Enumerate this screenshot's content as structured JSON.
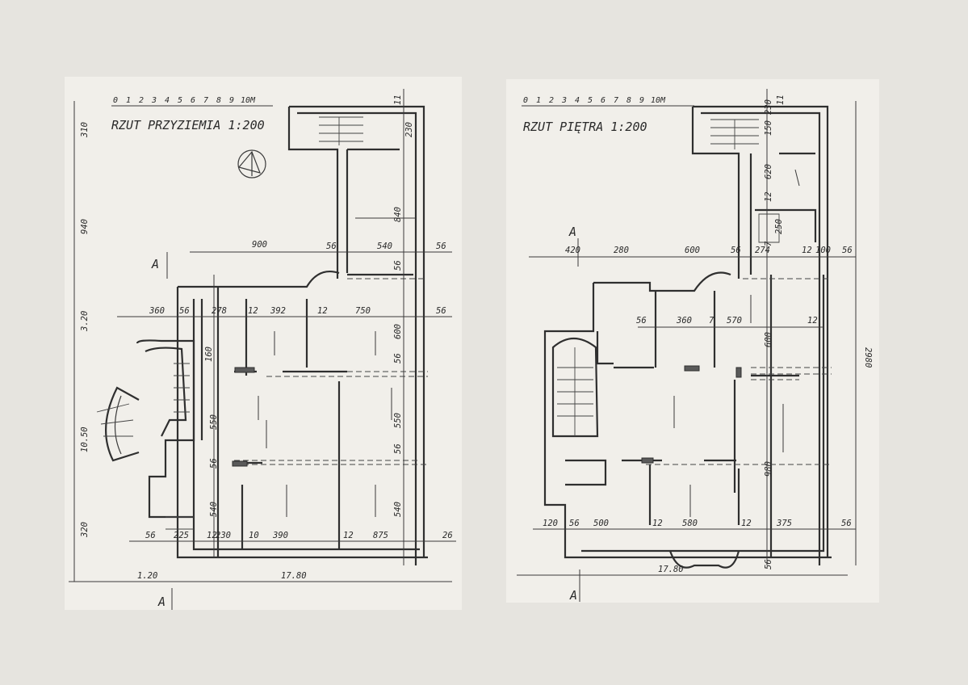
{
  "plans": [
    {
      "title": "RZUT PRZYZIEMIA 1:200",
      "scale_ticks": [
        "0",
        "1",
        "2",
        "3",
        "4",
        "5",
        "6",
        "7",
        "8",
        "9",
        "10M"
      ],
      "section_mark": "A",
      "dims_vertical_left": [
        "310",
        "940",
        "3.20",
        "10.50",
        "320"
      ],
      "dims_top": [
        "900",
        "56",
        "540",
        "56"
      ],
      "dims_row2": [
        "360",
        "56",
        "278",
        "12",
        "392",
        "12",
        "750",
        "56"
      ],
      "dims_bottom_row": [
        "56",
        "225",
        "12",
        "230",
        "10",
        "390",
        "12",
        "875",
        "26"
      ],
      "dims_overall": [
        "1.20",
        "17.80"
      ],
      "dims_inner": [
        "840",
        "230",
        "11",
        "56",
        "160",
        "600",
        "56",
        "550",
        "56",
        "550",
        "56",
        "540",
        "540"
      ]
    },
    {
      "title": "RZUT PIĘTRA 1:200",
      "scale_ticks": [
        "0",
        "1",
        "2",
        "3",
        "4",
        "5",
        "6",
        "7",
        "8",
        "9",
        "10M"
      ],
      "section_mark": "A",
      "dims_top": [
        "420",
        "280",
        "600",
        "56",
        "274",
        "12",
        "100",
        "56"
      ],
      "dims_row2": [
        "56",
        "360",
        "7",
        "570",
        "12"
      ],
      "dims_bottom_row": [
        "120",
        "56",
        "500",
        "12",
        "580",
        "12",
        "375",
        "56"
      ],
      "dims_overall": [
        "17.80",
        "2980"
      ],
      "dims_inner": [
        "150",
        "230",
        "11",
        "620",
        "12",
        "250",
        "7",
        "600",
        "980",
        "56"
      ]
    }
  ],
  "colors": {
    "paper": "#e6e4df",
    "card": "#f1efea",
    "ink": "#2f2f2f"
  }
}
